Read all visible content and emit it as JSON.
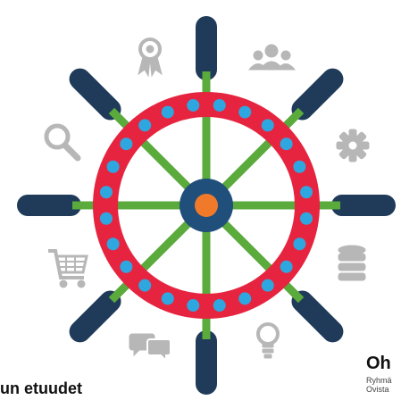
{
  "captions": {
    "bottom_left": "un etuudet",
    "bottom_right_title": "Oh",
    "bottom_right_sub_1": "Ryhmä",
    "bottom_right_sub_2": "Ovista"
  },
  "colors": {
    "rim": "#e6243f",
    "spokes": "#5aaa3c",
    "handles": "#1f3b59",
    "hub": "#1f4f7a",
    "hub_center": "#f07a2a",
    "dots": "#2ea7e0",
    "icons": "#b7b7b7"
  },
  "wheel": {
    "spoke_count": 8,
    "rim_dot_count": 24
  },
  "icons": [
    "award-ribbon-icon",
    "users-group-icon",
    "gear-icon",
    "database-icon",
    "lightbulb-icon",
    "chat-bubbles-icon",
    "shopping-cart-icon",
    "search-icon"
  ]
}
